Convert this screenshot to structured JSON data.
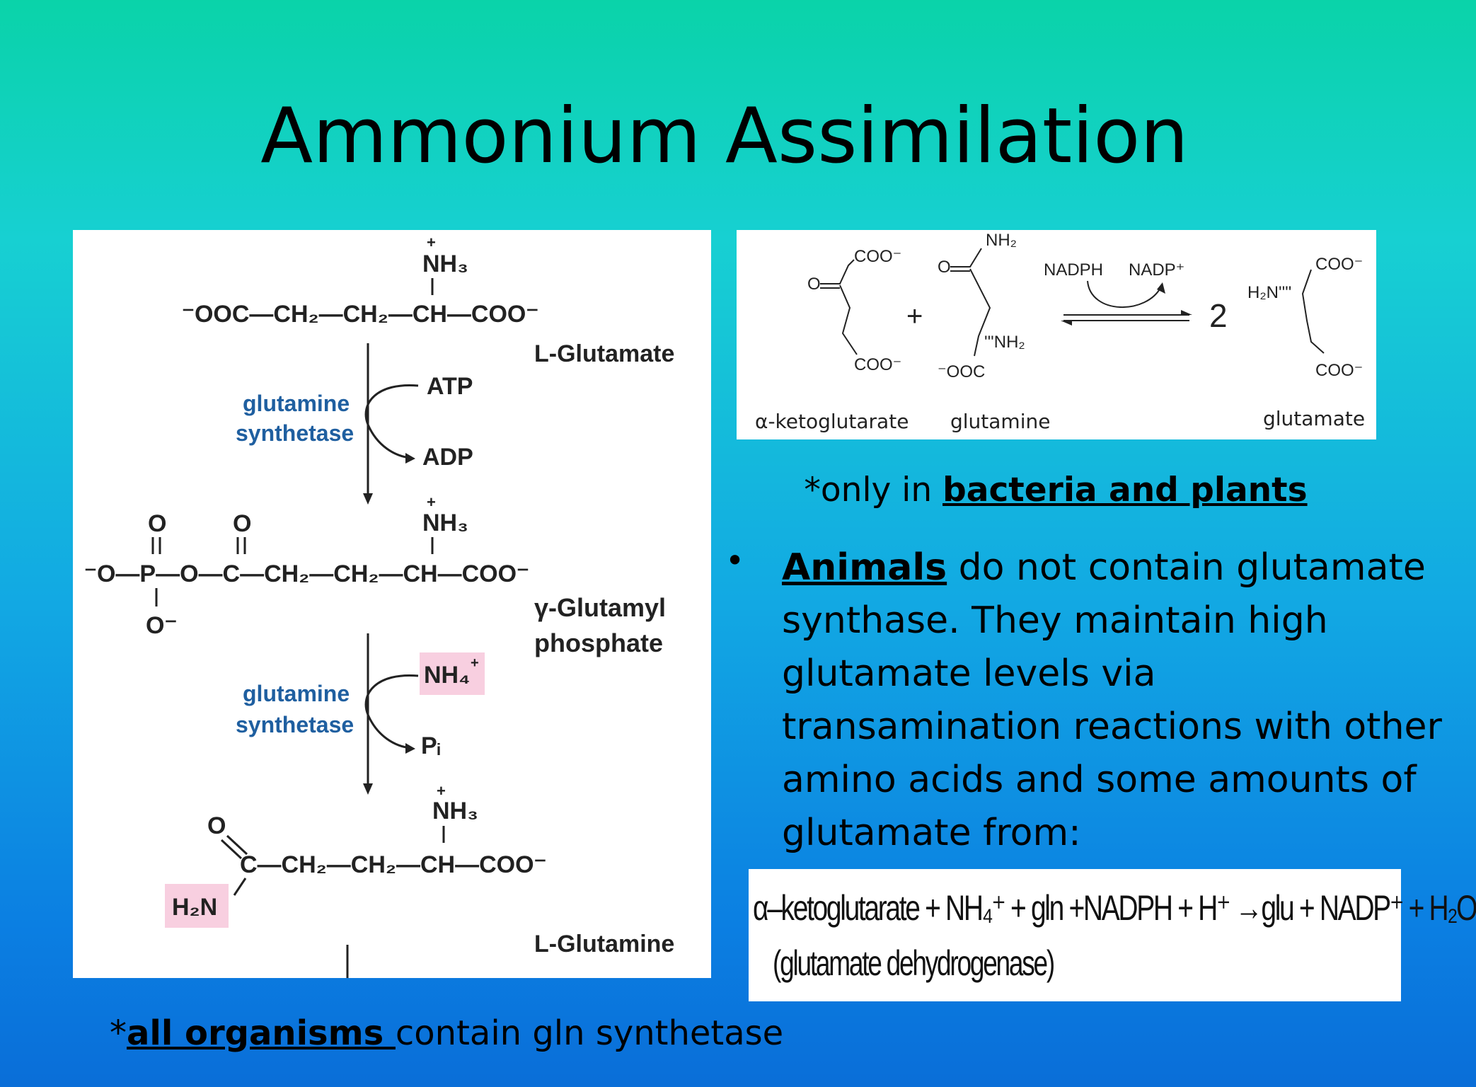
{
  "slide": {
    "title": "Ammonium Assimilation"
  },
  "left_diagram": {
    "glutamate_formula": "⁻OOC—CH₂—CH₂—CH—COO⁻",
    "nh3": "NH₃",
    "plus": "+",
    "glutamate_label": "L-Glutamate",
    "enzyme1_line1": "glutamine",
    "enzyme1_line2": "synthetase",
    "atp": "ATP",
    "adp": "ADP",
    "o_top": "O",
    "gamma_formula": "⁻O—P—O—C—CH₂—CH₂—CH—COO⁻",
    "o_minus": "O⁻",
    "gamma_label_line1": "γ-Glutamyl",
    "gamma_label_line2": "phosphate",
    "enzyme2_line1": "glutamine",
    "enzyme2_line2": "synthetase",
    "nh4": "NH₄",
    "pi": "Pᵢ",
    "glutamine_o": "O",
    "glutamine_formula": "C—CH₂—CH₂—CH—COO⁻",
    "h2n": "H₂N",
    "glutamine_label": "L-Glutamine"
  },
  "right_diagram": {
    "coo_minus": "COO⁻",
    "o": "O",
    "plus": "+",
    "nh2": "NH₂",
    "nh2_hash": "'''NH₂",
    "ooc_minus": "⁻OOC",
    "nadph": "NADPH",
    "nadp_plus": "NADP⁺",
    "two": "2",
    "h2n_hash": "H₂N''''",
    "alpha_label": "α-ketoglutarate",
    "glutamine_label": "glutamine",
    "glutamate_label": "glutamate"
  },
  "notes": {
    "only_prefix": "*only in ",
    "only_bold": "bacteria and plants",
    "all_prefix": "*",
    "all_bold": "all organisms ",
    "all_suffix": "contain gln synthetase"
  },
  "bullet": {
    "marker": "•",
    "bold": "Animals",
    "text": " do not contain glutamate synthase.  They maintain high glutamate levels via transamination reactions with other amino acids and some amounts of glutamate from:"
  },
  "equation": {
    "line1": "α–ketoglutarate + NH₄⁺ + gln +NADPH + H⁺ →glu + NADP⁺ + H₂O",
    "line2": "(glutamate dehydrogenase)"
  }
}
